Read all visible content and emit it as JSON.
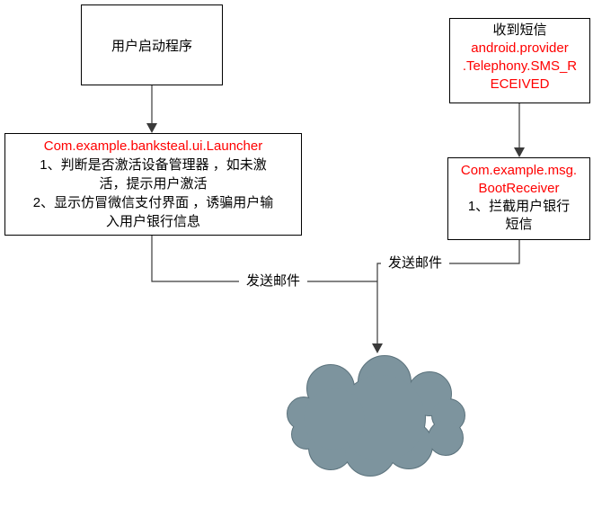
{
  "nodes": {
    "user_start": {
      "label": "用户启动程序"
    },
    "sms_received": {
      "title": "收到短信",
      "code_lines": [
        "android.provider",
        ".Telephony.SMS_R",
        "ECEIVED"
      ]
    },
    "launcher": {
      "code": "Com.example.banksteal.ui.Launcher",
      "body_lines": [
        "1、判断是否激活设备管理器 ，如未激",
        "活，提示用户激活",
        "2、显示仿冒微信支付界面 ，诱骗用户输",
        "入用户银行信息"
      ]
    },
    "boot_receiver": {
      "code_lines": [
        "Com.example.msg.",
        "BootReceiver"
      ],
      "body_lines": [
        "1、拦截用户银行",
        "短信"
      ]
    }
  },
  "edges": {
    "left_email_label": "发送邮件",
    "right_email_label": "发送邮件"
  },
  "colors": {
    "code_red": "#ff0000",
    "text_black": "#000000",
    "connector": "#3a3a3a",
    "box_border": "#000000",
    "cloud_fill": "#7d949e",
    "cloud_edge": "#5c737d",
    "background": "#ffffff"
  }
}
